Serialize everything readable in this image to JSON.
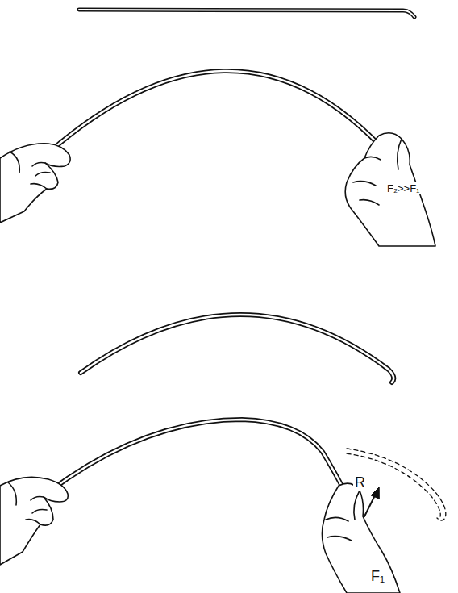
{
  "diagram": {
    "labels": [
      "F₂>>F₁",
      "R",
      "F₁"
    ]
  }
}
